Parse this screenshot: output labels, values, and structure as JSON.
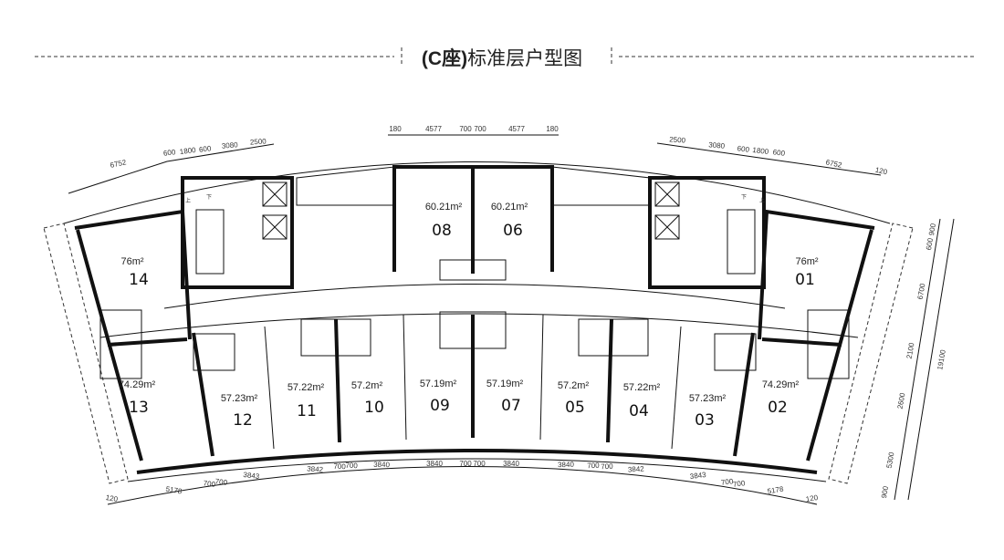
{
  "title": {
    "bracketed": "(C座)",
    "rest": "标准层户型图"
  },
  "units": [
    {
      "id": "14",
      "area": "76m²"
    },
    {
      "id": "13",
      "area": "74.29m²"
    },
    {
      "id": "12",
      "area": "57.23m²"
    },
    {
      "id": "11",
      "area": "57.22m²"
    },
    {
      "id": "10",
      "area": "57.2m²"
    },
    {
      "id": "09",
      "area": "57.19m²"
    },
    {
      "id": "07",
      "area": "57.19m²"
    },
    {
      "id": "05",
      "area": "57.2m²"
    },
    {
      "id": "04",
      "area": "57.22m²"
    },
    {
      "id": "03",
      "area": "57.23m²"
    },
    {
      "id": "02",
      "area": "74.29m²"
    },
    {
      "id": "01",
      "area": "76m²"
    },
    {
      "id": "08",
      "area": "60.21m²"
    },
    {
      "id": "06",
      "area": "60.21m²"
    }
  ],
  "stairs": {
    "up": "上",
    "down": "下"
  },
  "dimensions": {
    "top_left": [
      "6752",
      "600",
      "1800",
      "600",
      "3080",
      "2500"
    ],
    "top_center": [
      "180",
      "4577",
      "700",
      "700",
      "4577",
      "180"
    ],
    "top_right": [
      "2500",
      "3080",
      "600",
      "1800",
      "600",
      "6752",
      "120"
    ],
    "bottom": [
      "120",
      "5178",
      "700",
      "700",
      "3843",
      "3842",
      "700",
      "700",
      "3840",
      "3840",
      "700",
      "700",
      "3840",
      "3840",
      "700",
      "700",
      "3842",
      "3843",
      "700",
      "700",
      "5178",
      "120"
    ],
    "right": [
      "900",
      "600",
      "6700",
      "2100",
      "2600",
      "5300",
      "900"
    ],
    "right_total": "19100"
  }
}
